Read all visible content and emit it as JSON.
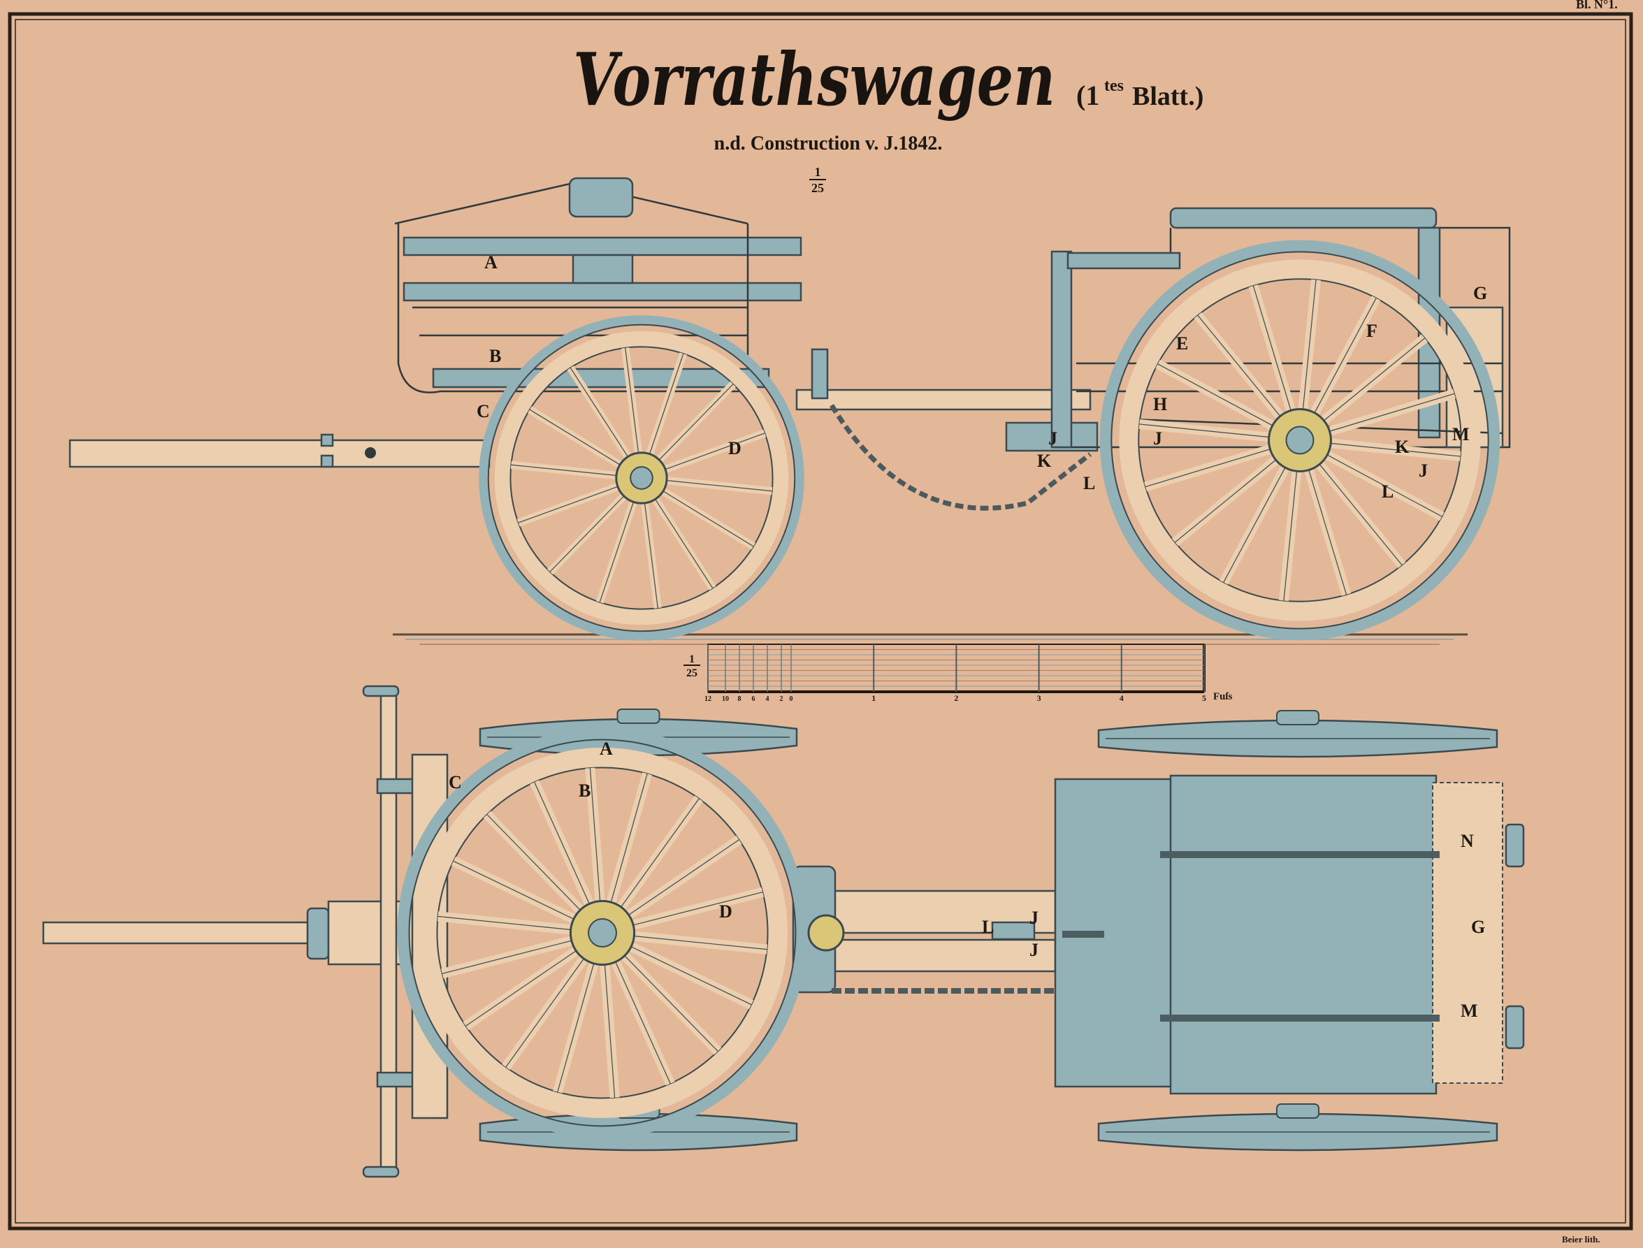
{
  "plate": {
    "corner_mark": "Bl. N°1.",
    "title": "Vorrathswagen",
    "sheet": {
      "open": "(1",
      "superscript": "tes",
      "word": "Blatt.)"
    },
    "subtitle": "n.d. Construction v. J.1842.",
    "scale_top": {
      "numerator": "1",
      "denominator": "25"
    },
    "lithographer": "Beier lith."
  },
  "scale_bar": {
    "fraction": {
      "numerator": "1",
      "denominator": "25"
    },
    "ticks_inches": [
      "12",
      "10",
      "8",
      "6",
      "4",
      "2",
      "0"
    ],
    "ticks_feet": [
      "1",
      "2",
      "3",
      "4",
      "5"
    ],
    "unit": "Fuſs"
  },
  "side_view_labels": [
    "A",
    "B",
    "C",
    "D",
    "E",
    "F",
    "G",
    "H",
    "J",
    "J",
    "J",
    "K",
    "K",
    "L",
    "L",
    "M"
  ],
  "top_view_labels": [
    "A",
    "B",
    "C",
    "D",
    "L",
    "J",
    "J",
    "N",
    "G",
    "M"
  ],
  "colors": {
    "paper": "#e3b898",
    "steel": "#93b2b8",
    "wood": "#ebcfae",
    "brass": "#d9c676",
    "ink": "#1e1812"
  }
}
